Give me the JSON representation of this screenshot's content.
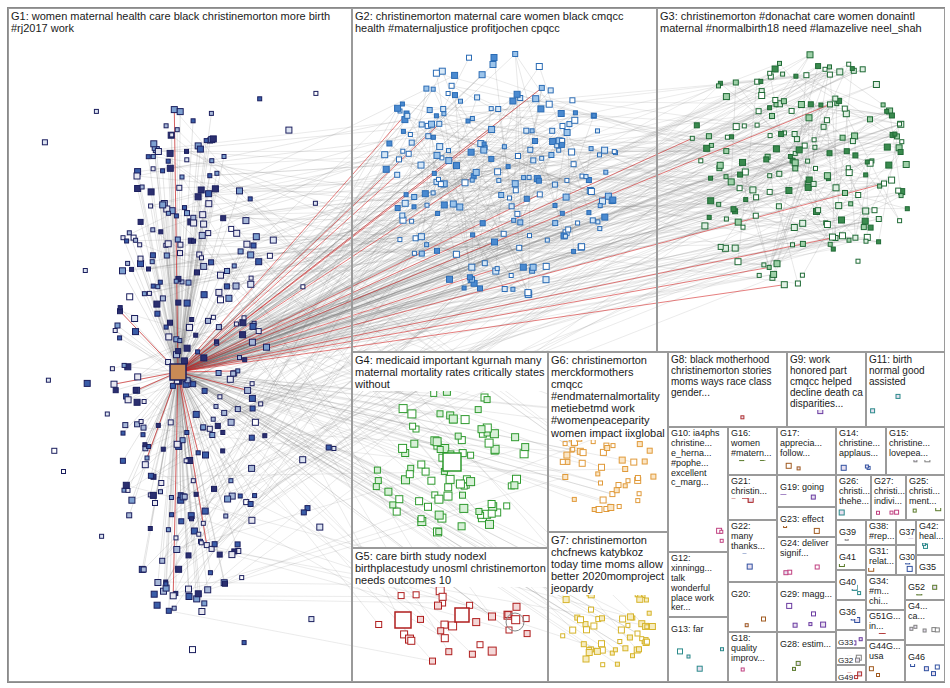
{
  "diagram": {
    "nodes": [
      {
        "text": [
          "G1: women maternal health care black christinemorton more birth #rj2017 work"
        ]
      },
      {
        "text": [
          "G2: christinemorton maternal care women black cmqcc health #maternaljustice profitjochen cpqcc"
        ]
      },
      {
        "text": [
          "G3: christinemorton #donachat care women donaintl maternal #normalbirth18 need #lamazelive neel_shah"
        ]
      },
      {
        "text": [
          "G4: medicaid important kgurnah many maternal mortality rates critically states without"
        ]
      },
      {
        "text": [
          "G5: care birth study nodexl birthplacestudy unosml christinemorton needs outcomes 10"
        ]
      },
      {
        "text": [
          "G6: christinemorton merckformothers cmqcc #endmaternalmortality metiebetmd work #womenpeaceparity women impact iixglobal"
        ]
      },
      {
        "text": [
          "G7: christinemorton chcfnews katybkoz today time moms allow better 2020momproject jeopardy"
        ]
      },
      {
        "text": [
          "G8: black motherhood christinemorton stories moms ways race class gender..."
        ]
      },
      {
        "text": [
          "G9: work honored part cmqcc helped decline death ca disparities..."
        ]
      },
      {
        "text": [
          "G11: birth normal good assisted"
        ]
      },
      {
        "text": [
          "G10: ia4phs christine... e_herna... #pophe... excellent c_marg..."
        ]
      },
      {
        "text": [
          "G16: women #matern..."
        ]
      },
      {
        "text": [
          "G17: apprecia... follow..."
        ]
      },
      {
        "text": [
          "G14: christine... applaus..."
        ]
      },
      {
        "text": [
          "G15: christine... lovepea..."
        ]
      },
      {
        "text": [
          "G21: christin..."
        ]
      },
      {
        "text": [
          "G19: going"
        ]
      },
      {
        "text": [
          "G26: christi... thehe..."
        ]
      },
      {
        "text": [
          "G27: christi... indivi..."
        ]
      },
      {
        "text": [
          "G25: christi... ment..."
        ]
      },
      {
        "text": [
          "G23: effect"
        ]
      },
      {
        "text": [
          "G22: many thanks..."
        ]
      },
      {
        "text": [
          "G39"
        ]
      },
      {
        "text": [
          "G38: #rep..."
        ]
      },
      {
        "text": [
          "G37"
        ]
      },
      {
        "text": [
          "G42: heal..."
        ]
      },
      {
        "text": [
          "G24: deliver signif..."
        ]
      },
      {
        "text": [
          "G41"
        ]
      },
      {
        "text": [
          "G31: relat..."
        ]
      },
      {
        "text": [
          "G30"
        ]
      },
      {
        "text": [
          "G35"
        ]
      },
      {
        "text": [
          "G12: xinningg... talk wonderful place work ker..."
        ]
      },
      {
        "text": [
          "G29: magg..."
        ]
      },
      {
        "text": [
          "G40"
        ]
      },
      {
        "text": [
          "G34: #m... chi..."
        ]
      },
      {
        "text": [
          "G52"
        ]
      },
      {
        "text": [
          "G20:"
        ]
      },
      {
        "text": [
          "G36"
        ]
      },
      {
        "text": [
          "G4... ca..."
        ]
      },
      {
        "text": [
          "G51G... in..."
        ]
      },
      {
        "text": [
          "G33"
        ]
      },
      {
        "text": [
          "G13: far"
        ]
      },
      {
        "text": [
          "G18: quality improv..."
        ]
      },
      {
        "text": [
          "G28: estim..."
        ]
      },
      {
        "text": [
          "G44G... usa"
        ]
      },
      {
        "text": [
          "G46"
        ]
      },
      {
        "text": [
          "G32"
        ]
      },
      {
        "text": [
          "G49"
        ]
      }
    ]
  }
}
